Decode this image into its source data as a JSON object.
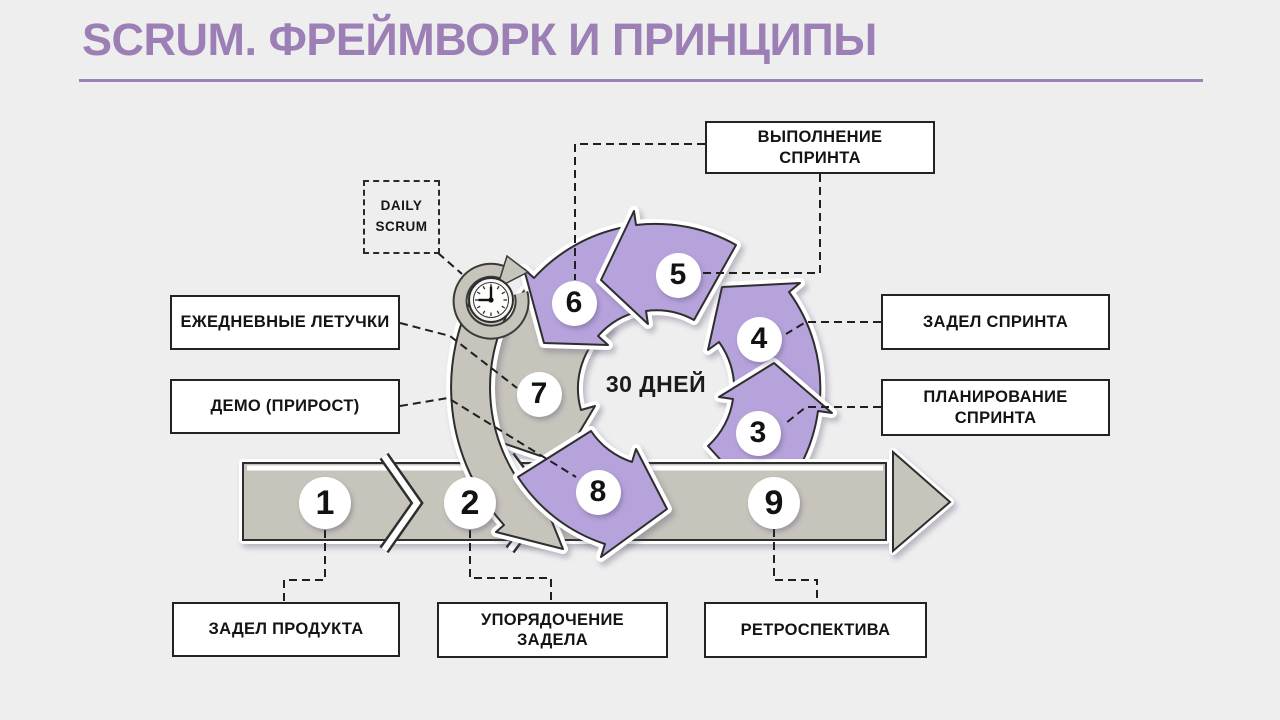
{
  "title": "SCRUM. ФРЕЙМВОРК И ПРИНЦИПЫ",
  "diagram": {
    "center_label": "30 ДНЕЙ",
    "daily_scrum_label": "DAILY SCRUM",
    "boxes": {
      "sprint_execution": "ВЫПОЛНЕНИЕ СПРИНТА",
      "daily_standups": "ЕЖЕДНЕВНЫЕ ЛЕТУЧКИ",
      "demo_increment": "ДЕМО (ПРИРОСТ)",
      "sprint_backlog": "ЗАДЕЛ СПРИНТА",
      "sprint_planning": "ПЛАНИРОВАНИЕ СПРИНТА",
      "product_backlog": "ЗАДЕЛ ПРОДУКТА",
      "backlog_ordering": "УПОРЯДОЧЕНИЕ ЗАДЕЛА",
      "retrospective": "РЕТРОСПЕКТИВА"
    },
    "steps": {
      "s1": "1",
      "s2": "2",
      "s3": "3",
      "s4": "4",
      "s5": "5",
      "s6": "6",
      "s7": "7",
      "s8": "8",
      "s9": "9"
    },
    "colors": {
      "accent_purple": "#9b7fb5",
      "arrow_purple": "#b6a3dc",
      "arrow_gray": "#c7c4bc",
      "outline_dark": "#2e2e2e",
      "background": "#efeeef"
    }
  }
}
